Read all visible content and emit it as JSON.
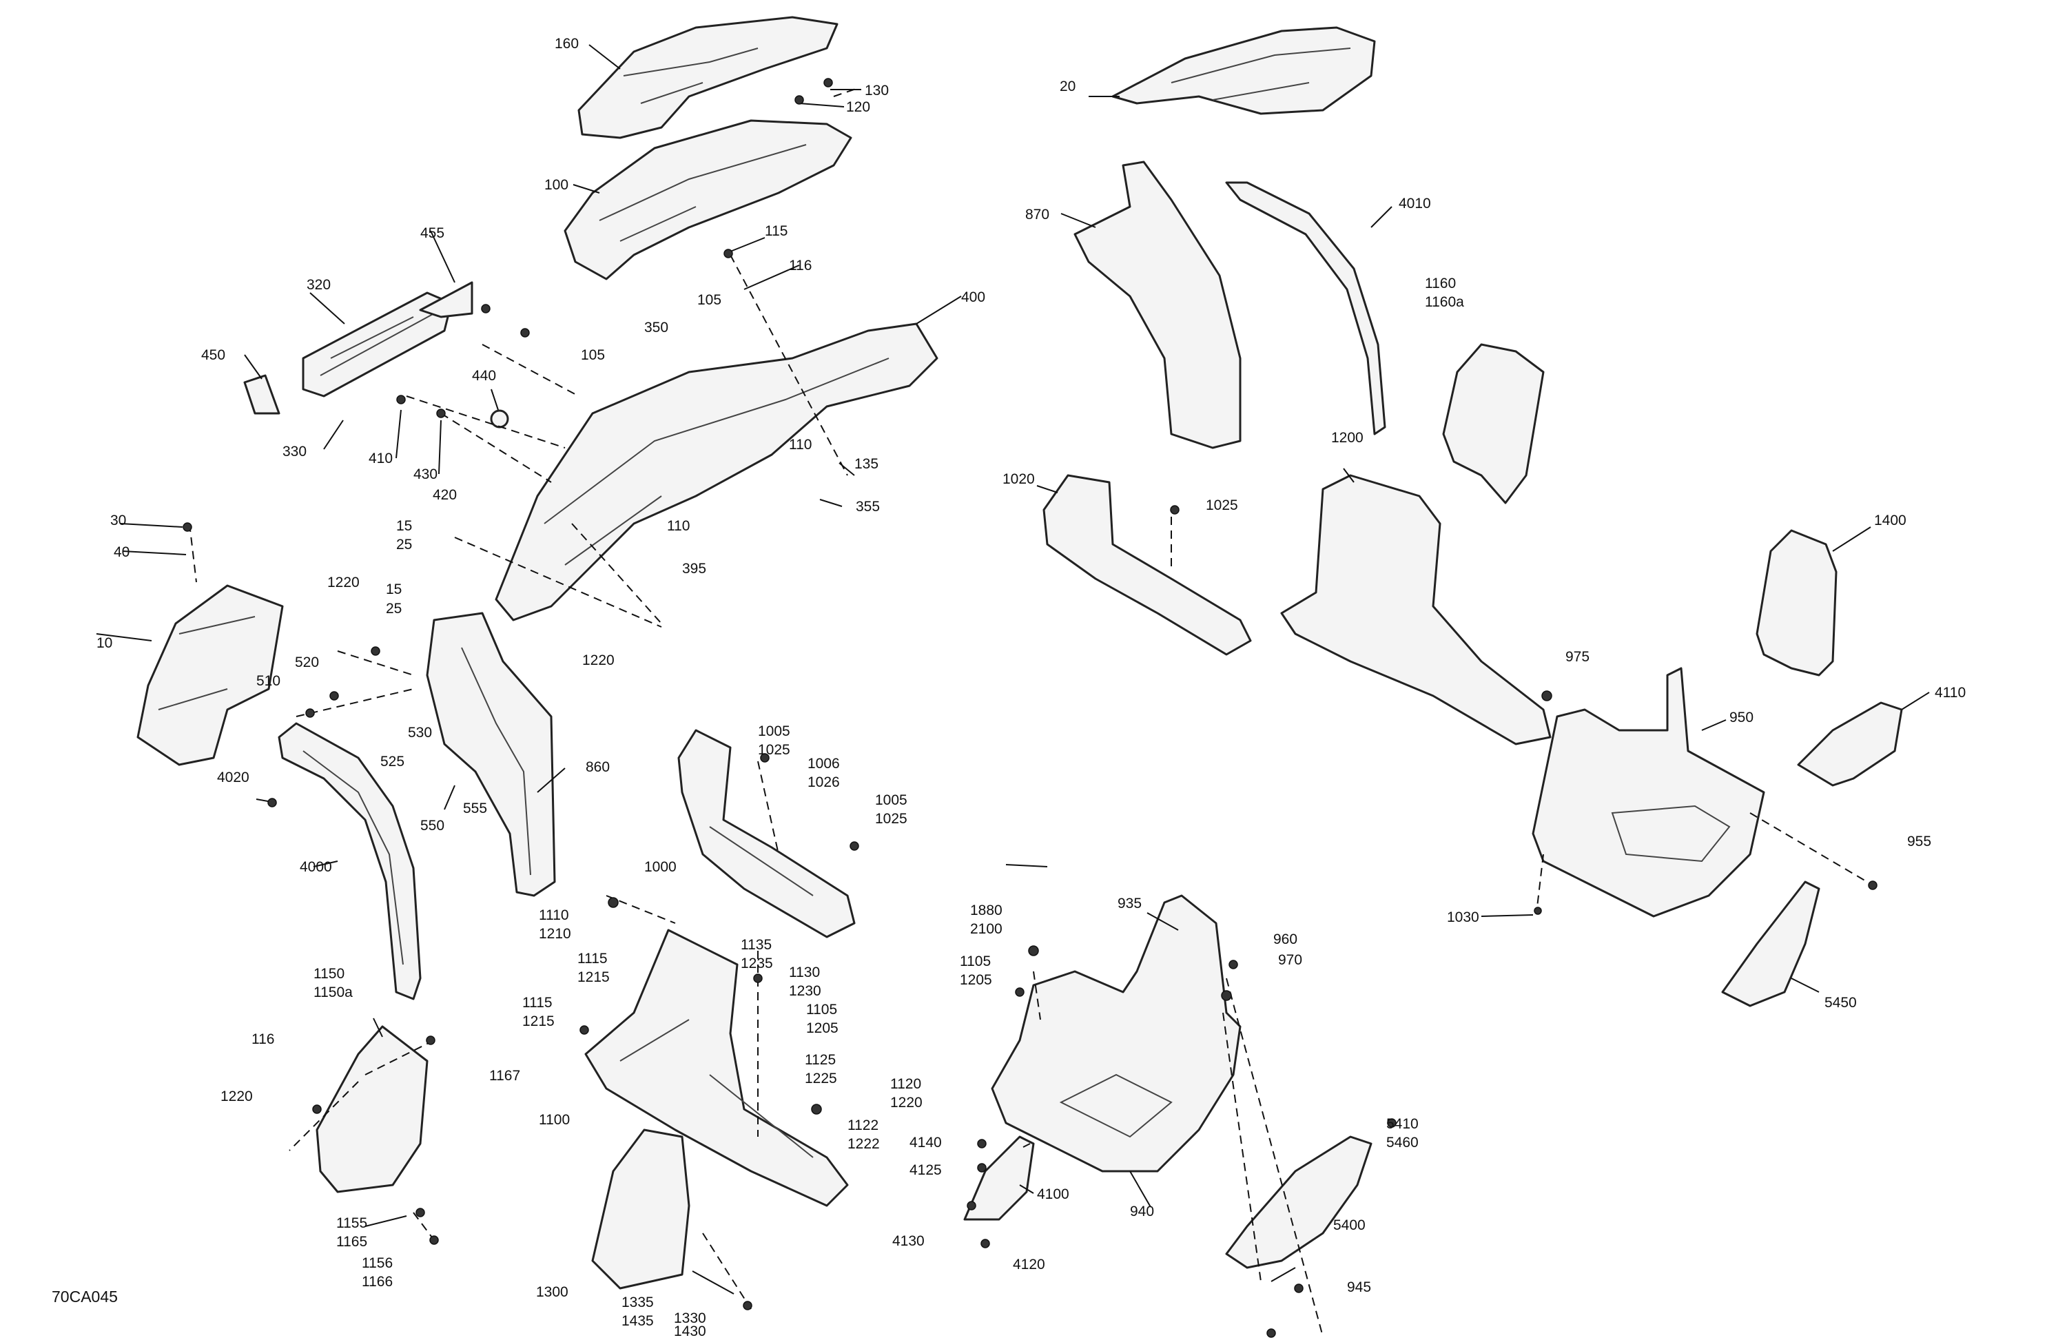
{
  "reference_code": "70CA045",
  "callouts": [
    "160",
    "130",
    "120",
    "100",
    "115",
    "116",
    "105",
    "400",
    "455",
    "320",
    "350",
    "105",
    "450",
    "440",
    "330",
    "410",
    "430",
    "420",
    "110",
    "135",
    "355",
    "30",
    "40",
    "15",
    "25",
    "110",
    "395",
    "1220",
    "15",
    "25",
    "10",
    "520",
    "510",
    "530",
    "525",
    "1220",
    "4020",
    "555",
    "550",
    "860",
    "4000",
    "1005",
    "1025",
    "1006",
    "1026",
    "1005",
    "1025",
    "1000",
    "1110",
    "1210",
    "1135",
    "1235",
    "1115",
    "1215",
    "1130",
    "1230",
    "1115",
    "1215",
    "1105",
    "1205",
    "1125",
    "1225",
    "1150",
    "1150a",
    "116",
    "1167",
    "1220",
    "1120",
    "1220",
    "1122",
    "1222",
    "1100",
    "1155",
    "1165",
    "1156",
    "1166",
    "1300",
    "1335",
    "1435",
    "1330",
    "1430",
    "20",
    "870",
    "4010",
    "1160",
    "1160a",
    "1020",
    "1025",
    "1200",
    "1400",
    "975",
    "4110",
    "950",
    "955",
    "1030",
    "5450",
    "935",
    "1880",
    "2100",
    "960",
    "1105",
    "970",
    "1205",
    "4140",
    "4125",
    "4100",
    "4130",
    "4120",
    "940",
    "5410",
    "5460",
    "5400",
    "945"
  ]
}
